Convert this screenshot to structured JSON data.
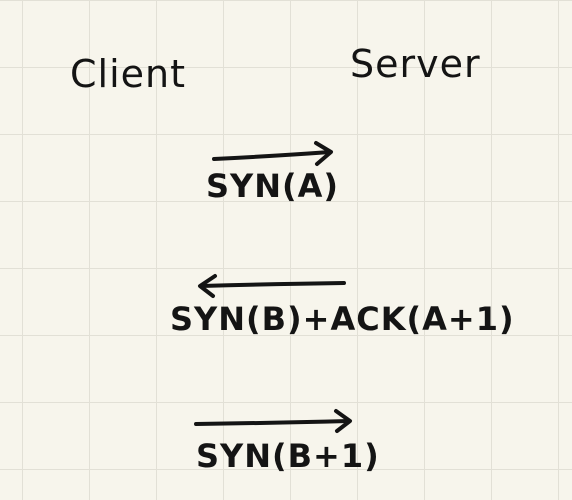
{
  "diagram": {
    "client_label": "Client",
    "server_label": "Server",
    "messages": [
      {
        "label": "SYN(A)",
        "direction": "right"
      },
      {
        "label": "SYN(B)+ACK(A+1)",
        "direction": "left"
      },
      {
        "label": "SYN(B+1)",
        "direction": "right"
      }
    ]
  },
  "colors": {
    "ink": "#141414",
    "paper": "#f7f5ec",
    "grid": "#e2e0d6"
  }
}
